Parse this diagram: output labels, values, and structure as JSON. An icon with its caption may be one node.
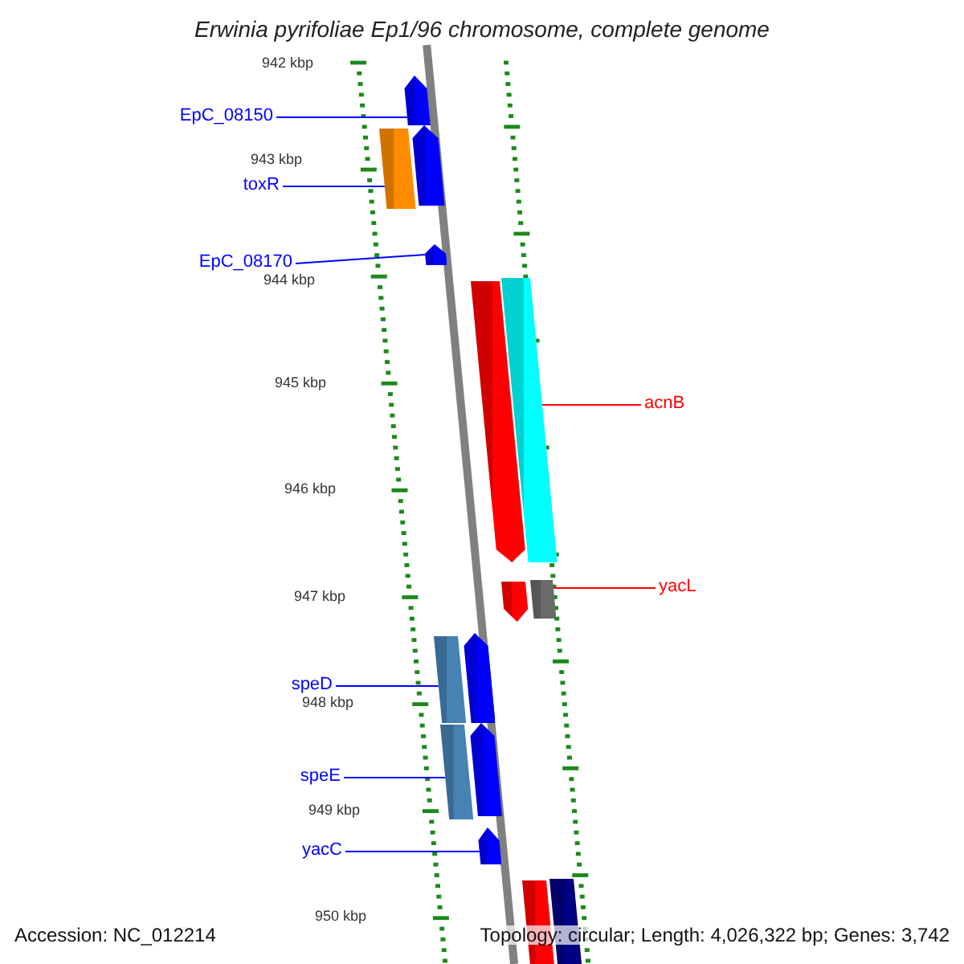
{
  "diagram": {
    "title": "Erwinia pyrifoliae Ep1/96 chromosome, complete genome",
    "nodes": [
      {
        "text": [
          "EpC_08150"
        ]
      },
      {
        "text": [],
        "shape": "arrow"
      },
      {
        "text": [],
        "shape": "box"
      },
      {
        "text": [
          "toxR"
        ]
      },
      {
        "text": [],
        "shape": "arrow"
      },
      {
        "text": [
          "EpC_08170"
        ]
      },
      {
        "text": [],
        "shape": "arrow"
      },
      {
        "text": [],
        "shape": "arrow"
      },
      {
        "text": [],
        "shape": "box"
      },
      {
        "text": [
          "acnB"
        ]
      },
      {
        "text": [],
        "shape": "arrow"
      },
      {
        "text": [],
        "shape": "box"
      },
      {
        "text": [
          "yacL"
        ]
      },
      {
        "text": [],
        "shape": "box"
      },
      {
        "text": [],
        "shape": "arrow"
      },
      {
        "text": [
          "speD"
        ]
      },
      {
        "text": [],
        "shape": "box"
      },
      {
        "text": [],
        "shape": "arrow"
      },
      {
        "text": [
          "speE"
        ]
      },
      {
        "text": [],
        "shape": "arrow"
      },
      {
        "text": [
          "yacC"
        ]
      },
      {
        "text": [],
        "shape": "box"
      },
      {
        "text": [],
        "shape": "box"
      }
    ],
    "edges": [
      {
        "from": 0,
        "to": 1,
        "arrow": "none"
      },
      {
        "from": 3,
        "to": 2,
        "arrow": "none"
      },
      {
        "from": 5,
        "to": 6,
        "arrow": "none"
      },
      {
        "from": 9,
        "to": 8,
        "arrow": "none",
        "color": "#ff0000"
      },
      {
        "from": 12,
        "to": 11,
        "arrow": "none",
        "color": "#ff0000"
      },
      {
        "from": 15,
        "to": 13,
        "arrow": "none"
      },
      {
        "from": 18,
        "to": 16,
        "arrow": "none"
      },
      {
        "from": 20,
        "to": 19,
        "arrow": "none"
      }
    ],
    "labels": [
      "942 kbp",
      "943 kbp",
      "944 kbp",
      "945 kbp",
      "946 kbp",
      "947 kbp",
      "948 kbp",
      "949 kbp",
      "950 kbp",
      "Accession: NC_012214",
      "Topology: circular; Length: 4,026,322 bp; Genes: 3,742"
    ]
  }
}
